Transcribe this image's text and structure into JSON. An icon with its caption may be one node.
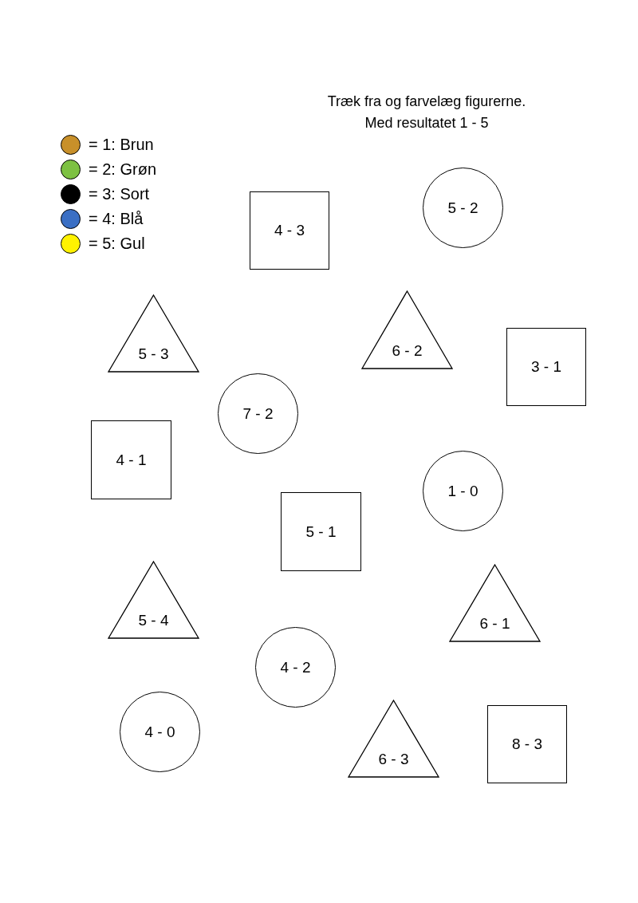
{
  "diagram": {
    "title": "Træk fra og farvelæg figurerne.",
    "nodes": [
      {
        "text": [
          "4 - 3"
        ]
      },
      {
        "text": [
          "5 - 2"
        ]
      },
      {
        "text": [
          "5 - 3"
        ]
      },
      {
        "text": [
          "6 - 2"
        ]
      },
      {
        "text": [
          "3 - 1"
        ]
      },
      {
        "text": [
          "7 - 2"
        ]
      },
      {
        "text": [
          "4 - 1"
        ]
      },
      {
        "text": [
          "1 - 0"
        ]
      },
      {
        "text": [
          "5 - 1"
        ]
      },
      {
        "text": [
          "5 - 4"
        ]
      },
      {
        "text": [
          "6 - 1"
        ]
      },
      {
        "text": [
          "4 - 2"
        ]
      },
      {
        "text": [
          "4 - 0"
        ]
      },
      {
        "text": [
          "6 - 3"
        ]
      },
      {
        "text": [
          "8 - 3"
        ]
      }
    ],
    "labels": [
      "Med resultatet 1 - 5"
    ],
    "legend": [
      {
        "text": "= 1: Brun",
        "color": "#c8902a"
      },
      {
        "text": "= 2: Grøn",
        "color": "#7dc142"
      },
      {
        "text": "= 3: Sort",
        "color": "#000000"
      },
      {
        "text": "= 4: Blå",
        "color": "#3a6fc4"
      },
      {
        "text": "= 5: Gul",
        "color": "#fff200"
      }
    ]
  }
}
